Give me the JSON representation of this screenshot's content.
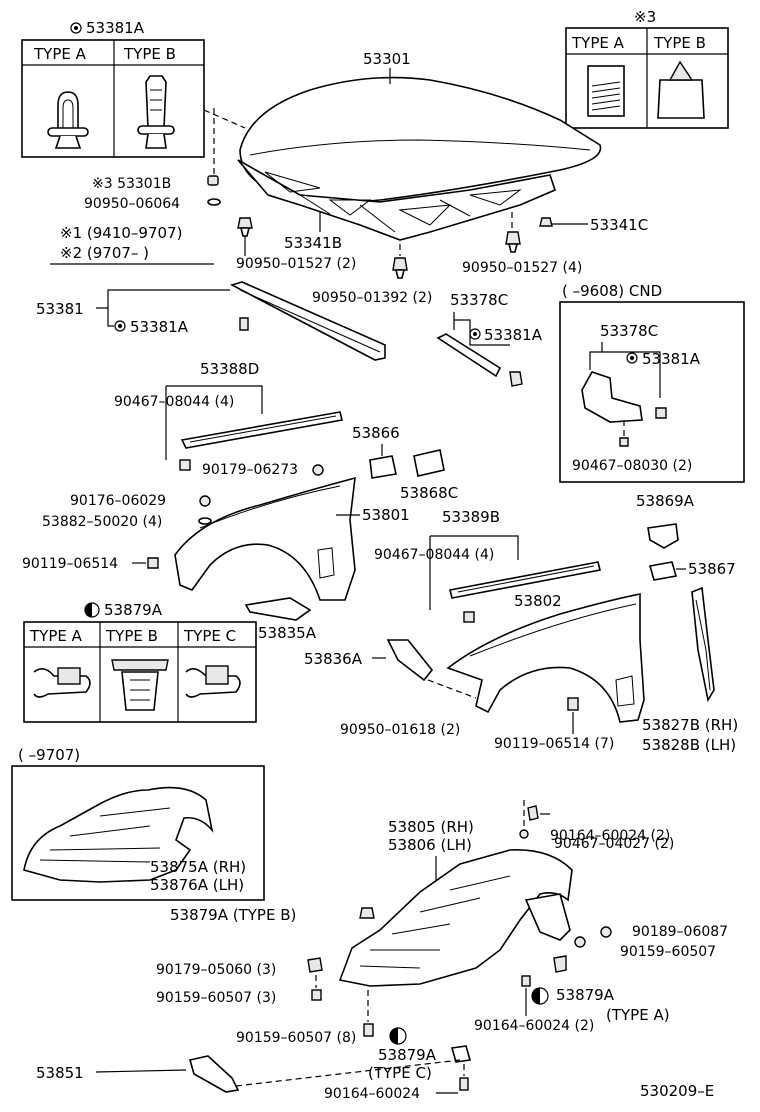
{
  "legend_clip_a": {
    "code": "53381A",
    "type_a": "TYPE  A",
    "type_b": "TYPE  B"
  },
  "legend_ref3": {
    "code": "※3",
    "type_a": "TYPE  A",
    "type_b": "TYPE  B"
  },
  "legend_clip_b": {
    "code": "53879A",
    "type_a": "TYPE  A",
    "type_b": "TYPE  B",
    "type_c": "TYPE  C"
  },
  "notes": {
    "note1": "※1  (9410–9707)",
    "note2": "※2  (9707–          )"
  },
  "inset_cnd": {
    "title": "(        –9608) CND",
    "p1": "53378C",
    "p2": "53381A",
    "p3": "90467–08030 (2)"
  },
  "inset_liner_old": {
    "title": "(        –9707)",
    "p1": "53875A (RH)",
    "p2": "53876A (LH)"
  },
  "labels": {
    "hood": "53301",
    "hood_stopper": "※3 53301B",
    "hood_cushion": "90950–06064",
    "hood_insulator": "53341B",
    "hood_clip_left": "90950–01527 (2)",
    "hood_clip_center": "90950–01392 (2)",
    "hood_clip_right": "90950–01527 (4)",
    "hood_seal": "53341C",
    "seal_left": "53381",
    "seal_left_clip": "53381A",
    "seal_right": "53378C",
    "seal_right_clip": "53381A",
    "fender_molding_l": "53388D",
    "fender_molding_l_screw": "90467–08044 (4)",
    "nut_1": "90179–06273",
    "bracket_1": "53866",
    "bracket_2": "53868C",
    "washer_1": "90176–06029",
    "clip_1": "53882–50020 (4)",
    "fender_lh": "53801",
    "bolt_1": "90119–06514",
    "liner_seal_l": "53835A",
    "fender_molding_r": "53389B",
    "fender_molding_r_screw": "90467–08044 (4)",
    "bracket_3": "53869A",
    "bracket_4": "53867",
    "fender_rh": "53802",
    "seal_bracket": "53836A",
    "clip_2": "90950–01618 (2)",
    "bolt_2": "90119–06514 (7)",
    "side_seal_rh": "53827B (RH)",
    "side_seal_lh": "53828B (LH)",
    "liner_rh": "53805 (RH)",
    "liner_lh": "53806 (LH)",
    "screw_a": "90467–04027 (2)",
    "screw_b": "90164–60024 (2)",
    "clip_typeb": "53879A  (TYPE  B)",
    "nut_2": "90179–05060 (3)",
    "screw_c": "90159–60507 (3)",
    "screw_d": "90189–06087",
    "screw_e": "90159–60507",
    "clip_typea": "53879A",
    "clip_typea_sub": "(TYPE  A)",
    "screw_f": "90164–60024 (2)",
    "screw_g": "90159–60507 (8)",
    "clip_typec": "53879A",
    "clip_typec_sub": "(TYPE  C)",
    "splash": "53851",
    "screw_h": "90164–60024",
    "diagram_code": "530209–E"
  }
}
